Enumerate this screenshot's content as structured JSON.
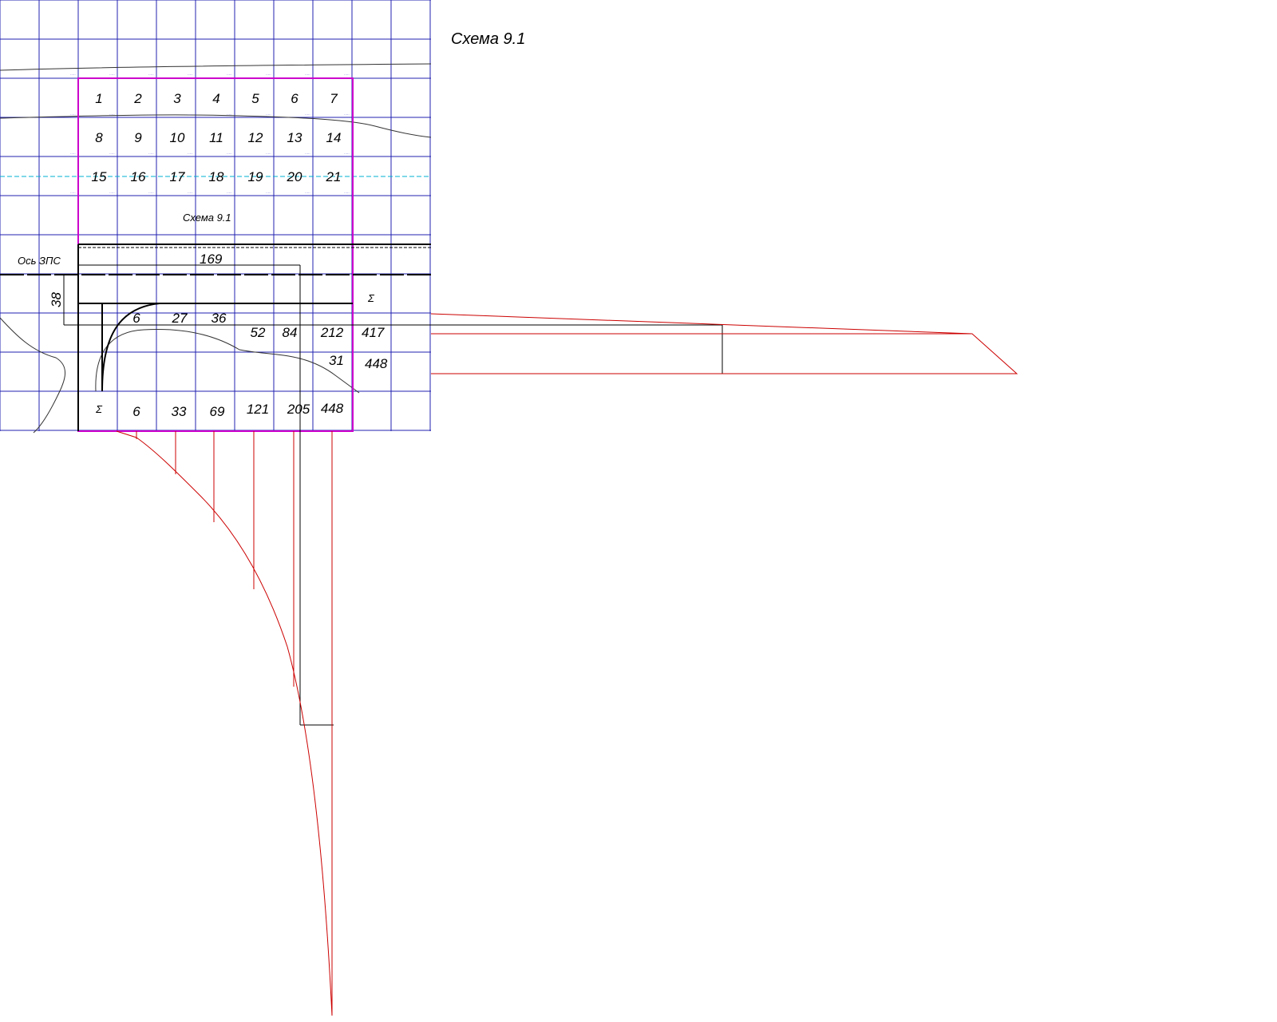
{
  "title": "Схема 9.1",
  "inner_label": "Схема 9.1",
  "axis_label": "Ось ЗПС",
  "cell_numbers": [
    "1",
    "2",
    "3",
    "4",
    "5",
    "6",
    "7",
    "8",
    "9",
    "10",
    "11",
    "12",
    "13",
    "14",
    "15",
    "16",
    "17",
    "18",
    "19",
    "20",
    "21"
  ],
  "mass_row": [
    "6",
    "27",
    "36",
    "52",
    "84",
    "212"
  ],
  "cumulative_row": [
    "Σ",
    "6",
    "33",
    "69",
    "121",
    "205",
    "448"
  ],
  "side_sum_label": "Σ",
  "side_values": [
    "417",
    "448"
  ],
  "top_value": "169",
  "left_value": "38",
  "inner_value": "31",
  "colors": {
    "grid": "#2020b0",
    "boundary": "#cc00cc",
    "curve": "#cc0000",
    "axis": "#00b0d0",
    "line": "#000000"
  }
}
